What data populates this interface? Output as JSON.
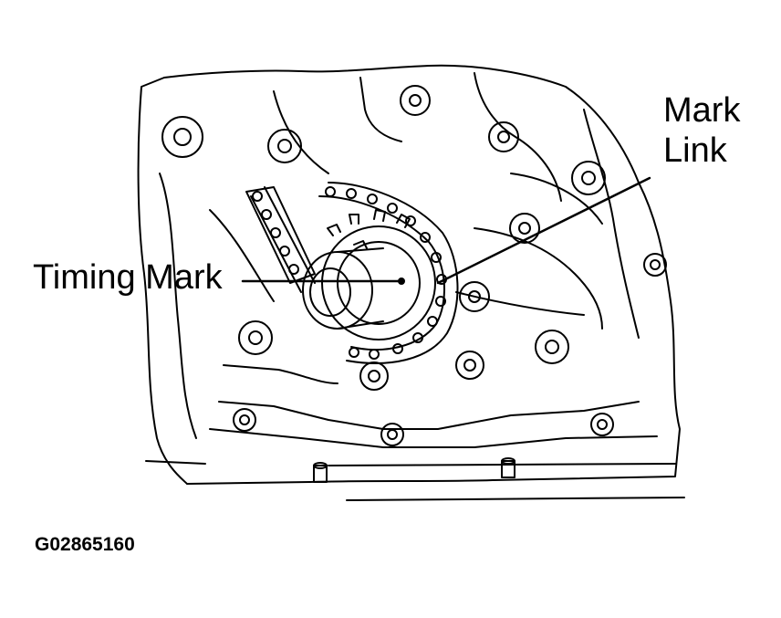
{
  "diagram": {
    "callouts": {
      "timing_mark": "Timing Mark",
      "mark_link_line1": "Mark",
      "mark_link_line2": "Link"
    },
    "figure_code": "G02865160",
    "colors": {
      "line": "#000000",
      "background": "#ffffff"
    }
  }
}
